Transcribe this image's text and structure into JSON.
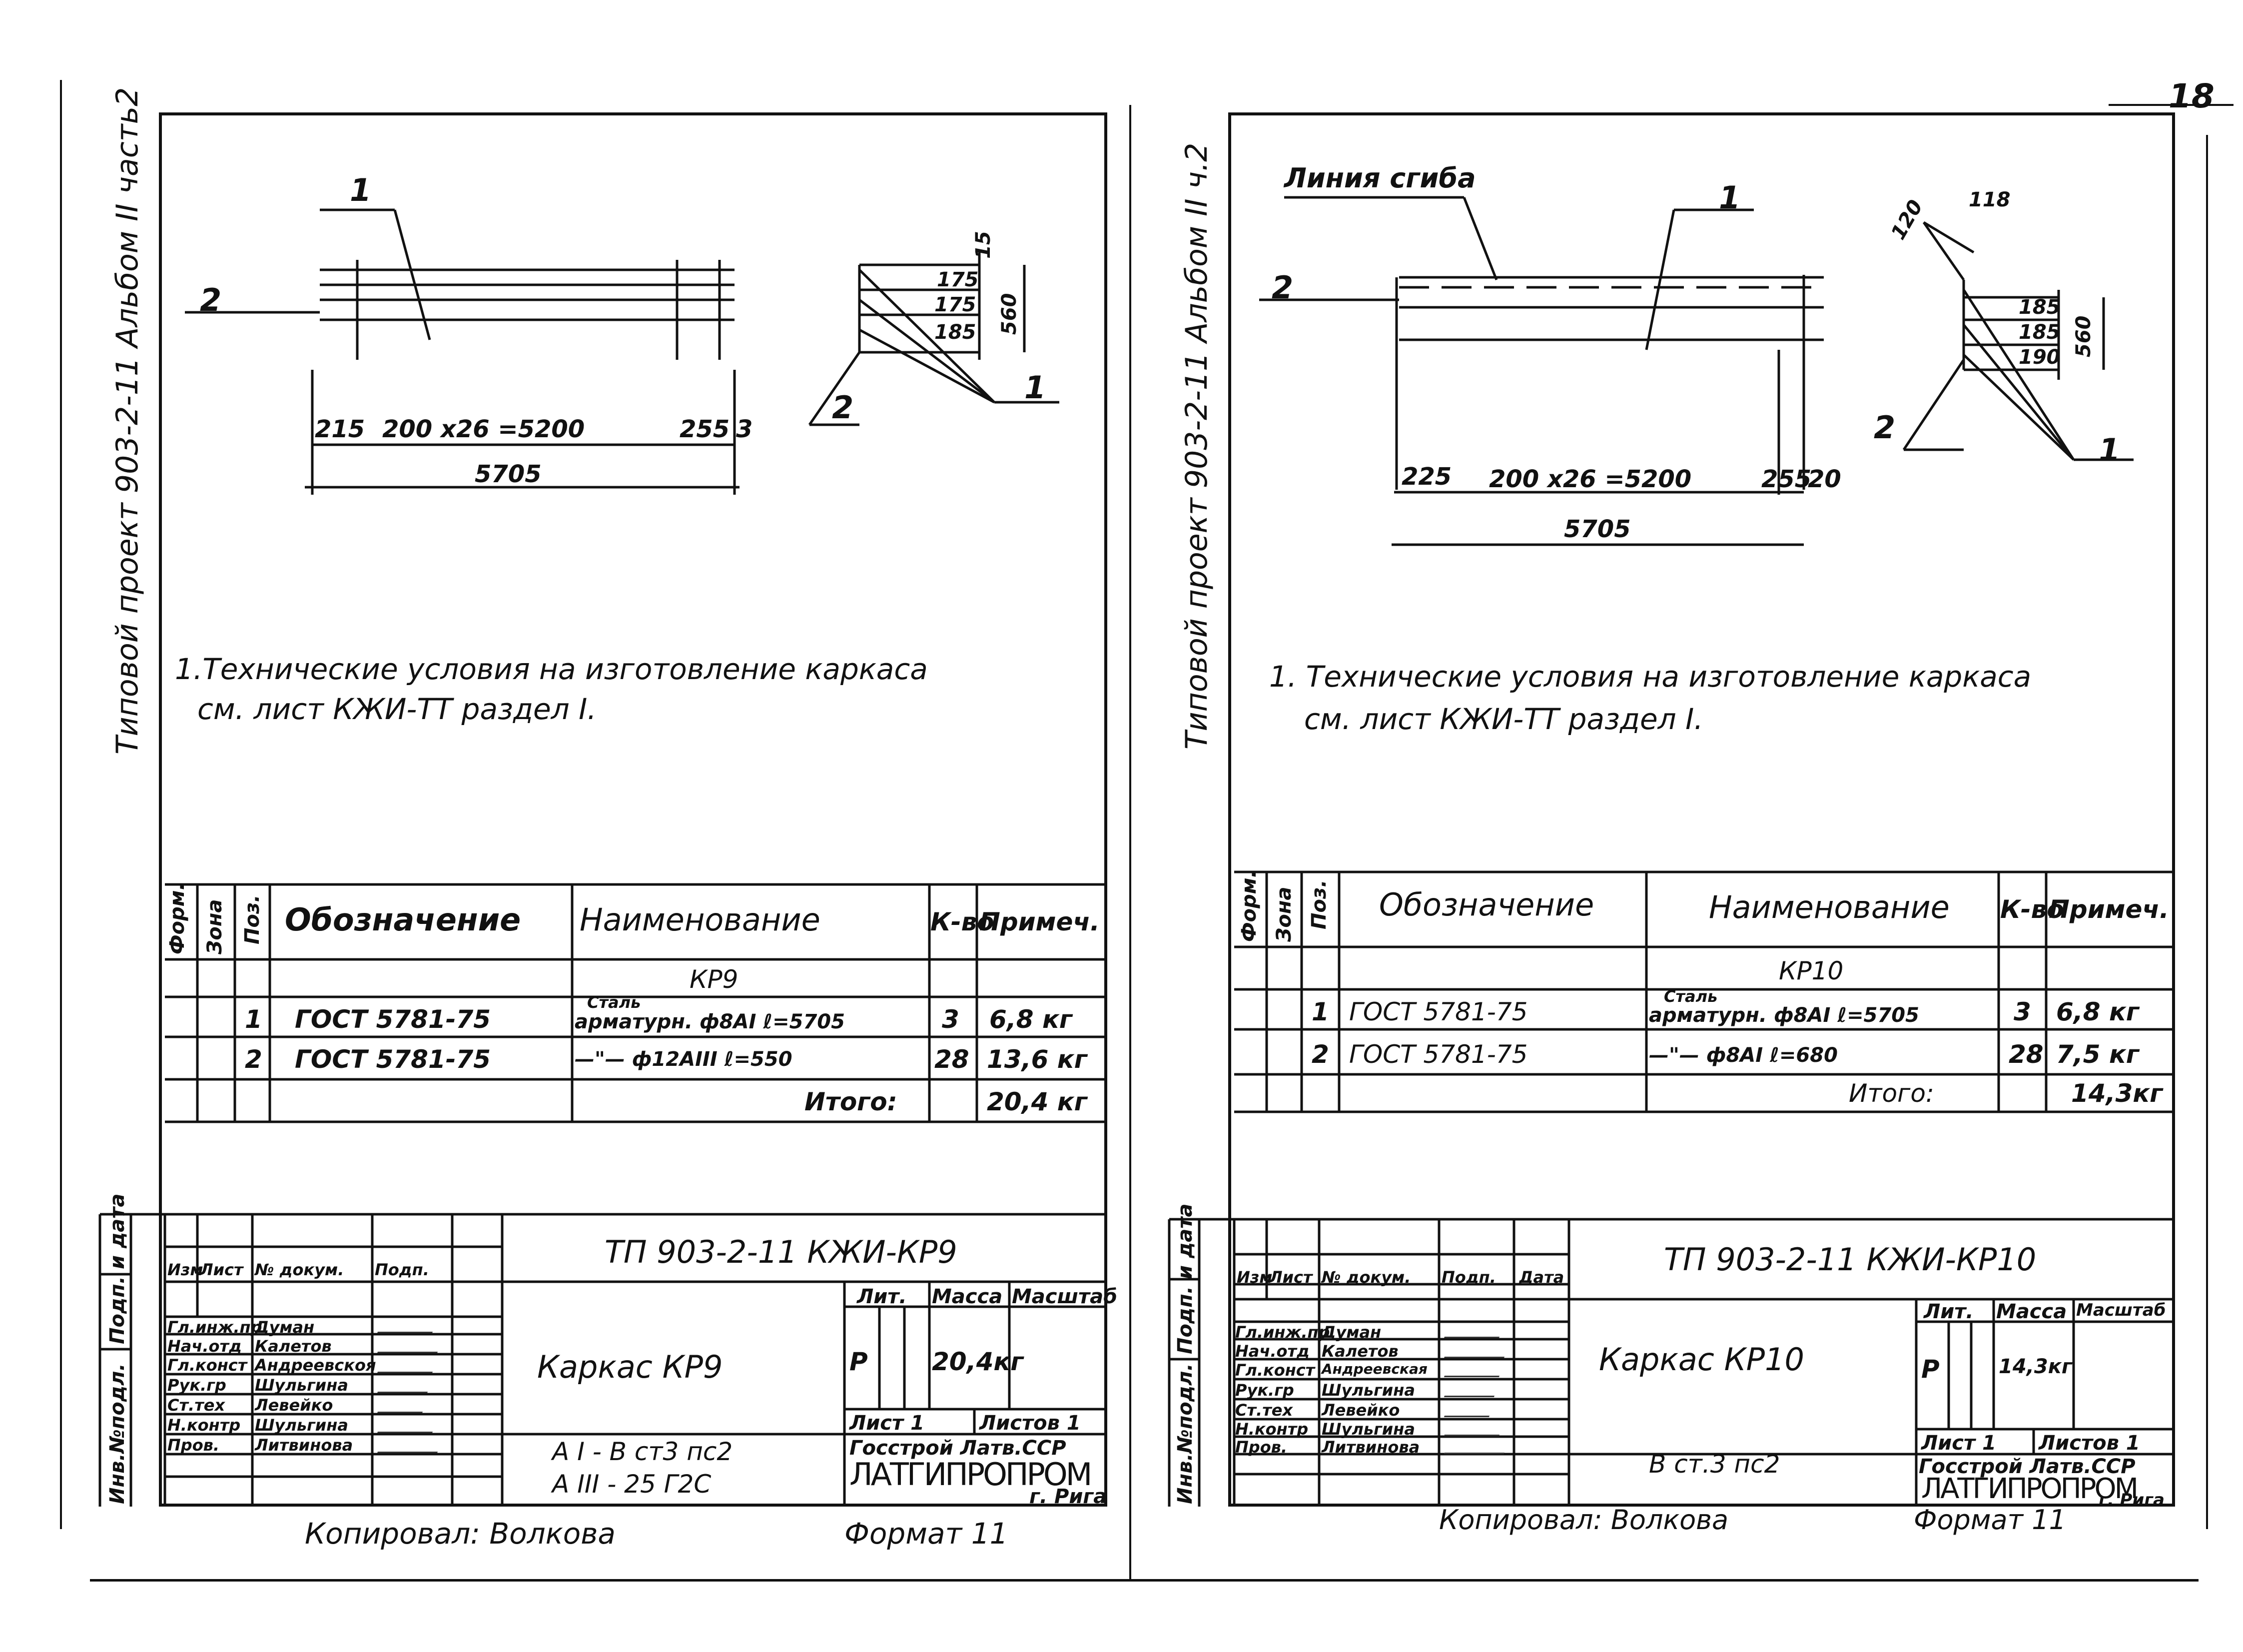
{
  "page_number": "18",
  "sheets": [
    {
      "side_title": "Типовой проект 903-2-11 Альбом II часть2",
      "drawing": {
        "label_1": "1",
        "label_2": "2",
        "label_2b": "2",
        "label_1b": "1",
        "dim_left": "215",
        "dim_center": "200 x26 =5200",
        "dim_right": "255",
        "dim_right2": "3",
        "dim_total": "5705",
        "sec_15": "15",
        "sec_175a": "175",
        "sec_175b": "175",
        "sec_185": "185",
        "sec_560": "560"
      },
      "note": [
        "1.Технические условия на изготовление каркаса",
        "см. лист КЖИ-ТТ раздел I."
      ],
      "spec": {
        "headers": [
          "Форм.",
          "Зона",
          "Поз.",
          "Обозначение",
          "Наименование",
          "К-во",
          "Примеч."
        ],
        "group": "КР9",
        "rows": [
          {
            "pos": "1",
            "designation": "ГОСТ 5781-75",
            "name_top": "Сталь",
            "name": "арматурн. ф8АI ℓ=5705",
            "qty": "3",
            "note": "6,8 кг"
          },
          {
            "pos": "2",
            "designation": "ГОСТ 5781-75",
            "name_top": "",
            "name": "—\"— ф12АIII ℓ=550",
            "qty": "28",
            "note": "13,6 кг"
          }
        ],
        "total_label": "Итого:",
        "total_value": "20,4 кг"
      },
      "title_block": {
        "code": "ТП 903-2-11  КЖИ-КР9",
        "header": [
          "Изм",
          "Лист",
          "№ докум.",
          "Подп."
        ],
        "staff": [
          {
            "role": "Гл.инж.пр",
            "name": "Думан"
          },
          {
            "role": "Нач.отд",
            "name": "Калетов"
          },
          {
            "role": "Гл.конст",
            "name": "Андреевскоя"
          },
          {
            "role": "Рук.гр",
            "name": "Шульгина"
          },
          {
            "role": "Ст.тех",
            "name": "Левейко"
          },
          {
            "role": "Н.контр",
            "name": "Шульгина"
          },
          {
            "role": "Пров.",
            "name": "Литвинова"
          }
        ],
        "item_name": "Каркас КР9",
        "material_1": "А I - В ст3 пс2",
        "material_2": "А III - 25 Г2С",
        "col_lit": "Лит.",
        "col_mass": "Масса",
        "col_scale": "Масштаб",
        "lit_value": "Р",
        "mass_value": "20,4кг",
        "sheet": "Лист 1",
        "sheets": "Листов 1",
        "org_1": "Госстрой Латв.ССР",
        "org_2": "ЛАТГИПРОПРОМ",
        "org_3": "г. Рига",
        "side_labels": [
          "Инв.№подл.",
          "Подп. и дата"
        ]
      },
      "copied": "Копировал: Волкова",
      "format": "Формат 11"
    },
    {
      "side_title": "Типовой проект 903-2-11 Альбом II ч.2",
      "drawing": {
        "bend_line": "Линия сгиба",
        "label_1": "1",
        "label_2": "2",
        "label_2b": "2",
        "label_1b": "1",
        "dim_left": "225",
        "dim_center": "200 x26 =5200",
        "dim_right": "255",
        "dim_right2": "20",
        "dim_total": "5705",
        "sec_120": "120",
        "sec_118": "118",
        "sec_185a": "185",
        "sec_185b": "185",
        "sec_190": "190",
        "sec_560": "560"
      },
      "note": [
        "1. Технические условия на изготовление каркаса",
        "см. лист КЖИ-ТТ раздел I."
      ],
      "spec": {
        "headers": [
          "Форм.",
          "Зона",
          "Поз.",
          "Обозначение",
          "Наименование",
          "К-во",
          "Примеч."
        ],
        "group": "КР10",
        "rows": [
          {
            "pos": "1",
            "designation": "ГОСТ 5781-75",
            "name_top": "Сталь",
            "name": "арматурн. ф8АI ℓ=5705",
            "qty": "3",
            "note": "6,8 кг"
          },
          {
            "pos": "2",
            "designation": "ГОСТ 5781-75",
            "name_top": "",
            "name": "—\"— ф8АI ℓ=680",
            "qty": "28",
            "note": "7,5 кг"
          }
        ],
        "total_label": "Итого:",
        "total_value": "14,3кг"
      },
      "title_block": {
        "code": "ТП 903-2-11  КЖИ-КР10",
        "header": [
          "Изм",
          "Лист",
          "№ докум.",
          "Подп.",
          "Дата"
        ],
        "staff": [
          {
            "role": "Гл.инж.пр",
            "name": "Думан"
          },
          {
            "role": "Нач.отд",
            "name": "Калетов"
          },
          {
            "role": "Гл.конст",
            "name": "Андреевская"
          },
          {
            "role": "Рук.гр",
            "name": "Шульгина"
          },
          {
            "role": "Ст.тех",
            "name": "Левейко"
          },
          {
            "role": "Н.контр",
            "name": "Шульгина"
          },
          {
            "role": "Пров.",
            "name": "Литвинова"
          }
        ],
        "item_name": "Каркас КР10",
        "material_1": "В ст.3 пс2",
        "col_lit": "Лит.",
        "col_mass": "Масса",
        "col_scale": "Масштаб",
        "lit_value": "Р",
        "mass_value": "14,3кг",
        "sheet": "Лист 1",
        "sheets": "Листов 1",
        "org_1": "Госстрой Латв.ССР",
        "org_2": "ЛАТГИПРОПРОМ",
        "org_3": "г. Рига",
        "side_labels": [
          "Инв.№подл.",
          "Подп. и дата"
        ]
      },
      "copied": "Копировал: Волкова",
      "format": "Формат 11"
    }
  ]
}
